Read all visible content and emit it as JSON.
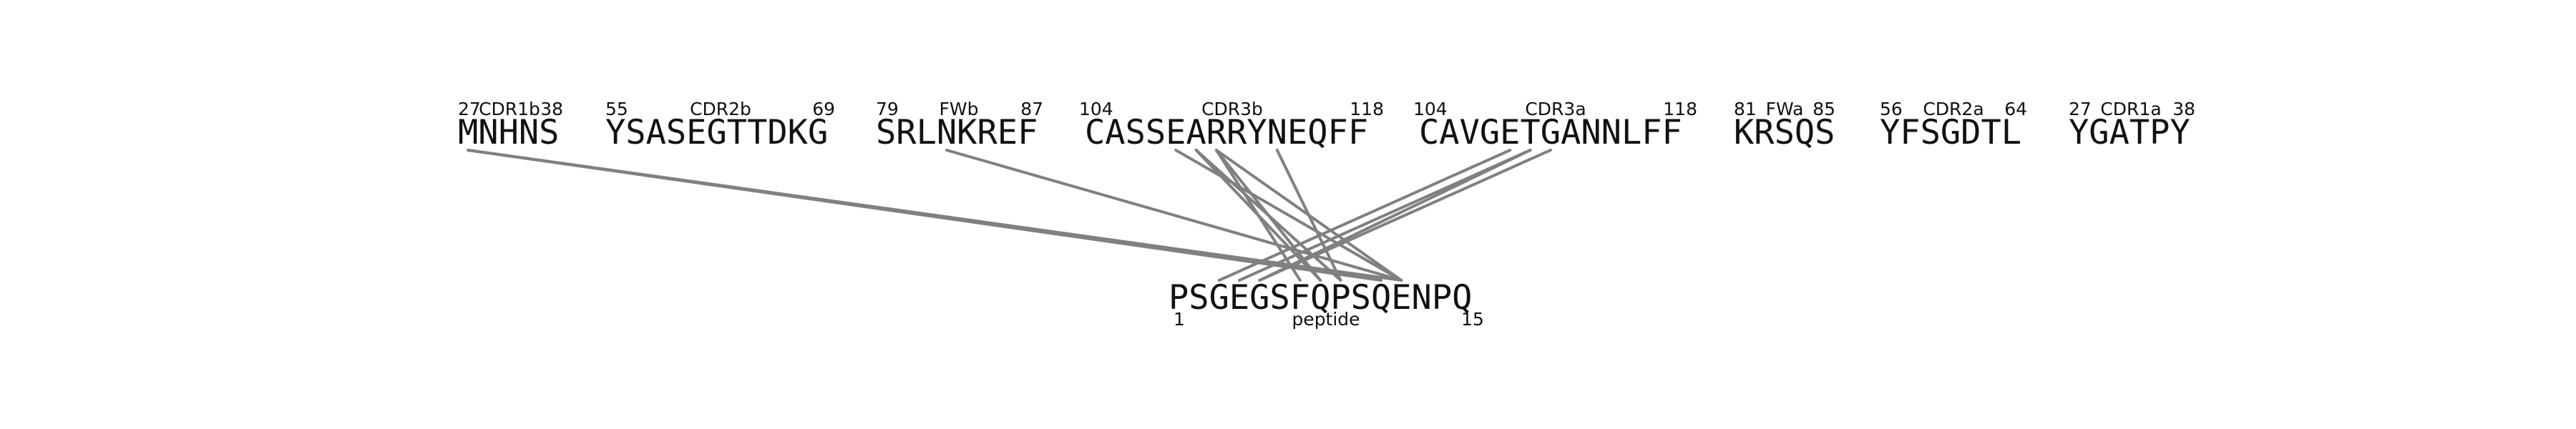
{
  "segments": [
    {
      "id": "cdr1b",
      "sequence": "MNHNS",
      "start": "27",
      "name": "CDR1b",
      "end": "38"
    },
    {
      "id": "cdr2b",
      "sequence": "YSASEGTTDKG",
      "start": "55",
      "name": "CDR2b",
      "end": "69"
    },
    {
      "id": "fwb",
      "sequence": "SRLNKREF",
      "start": "79",
      "name": "FWb",
      "end": "87"
    },
    {
      "id": "cdr3b",
      "sequence": "CASSEARRYNEQFF",
      "start": "104",
      "name": "CDR3b",
      "end": "118"
    },
    {
      "id": "cdr3a",
      "sequence": "CAVGETGANNLFF",
      "start": "104",
      "name": "CDR3a",
      "end": "118"
    },
    {
      "id": "fwa",
      "sequence": "KRSQS",
      "start": "81",
      "name": "FWa",
      "end": "85"
    },
    {
      "id": "cdr2a",
      "sequence": "YFSGDTL",
      "start": "56",
      "name": "CDR2a",
      "end": "64"
    },
    {
      "id": "cdr1a",
      "sequence": "YGATPY",
      "start": "27",
      "name": "CDR1a",
      "end": "38"
    }
  ],
  "peptide": {
    "sequence": "PSGEGSFQPSQENPQ",
    "start": "1",
    "name": "peptide",
    "end": "15"
  },
  "contacts": [
    {
      "segment": "cdr1b",
      "residue": 1,
      "peptide_residue": 11
    },
    {
      "segment": "cdr1b",
      "residue": 1,
      "peptide_residue": 12
    },
    {
      "segment": "fwb",
      "residue": 4,
      "peptide_residue": 12
    },
    {
      "segment": "cdr3b",
      "residue": 5,
      "peptide_residue": 12
    },
    {
      "segment": "cdr3b",
      "residue": 6,
      "peptide_residue": 8
    },
    {
      "segment": "cdr3b",
      "residue": 6,
      "peptide_residue": 9
    },
    {
      "segment": "cdr3b",
      "residue": 7,
      "peptide_residue": 7
    },
    {
      "segment": "cdr3b",
      "residue": 7,
      "peptide_residue": 8
    },
    {
      "segment": "cdr3b",
      "residue": 7,
      "peptide_residue": 12
    },
    {
      "segment": "cdr3b",
      "residue": 10,
      "peptide_residue": 9
    },
    {
      "segment": "cdr3a",
      "residue": 5,
      "peptide_residue": 3
    },
    {
      "segment": "cdr3a",
      "residue": 6,
      "peptide_residue": 4
    },
    {
      "segment": "cdr3a",
      "residue": 6,
      "peptide_residue": 5
    },
    {
      "segment": "cdr3a",
      "residue": 7,
      "peptide_residue": 5
    }
  ],
  "colors": {
    "contact_line": "#808080",
    "text": "#111111",
    "background": "#ffffff"
  }
}
